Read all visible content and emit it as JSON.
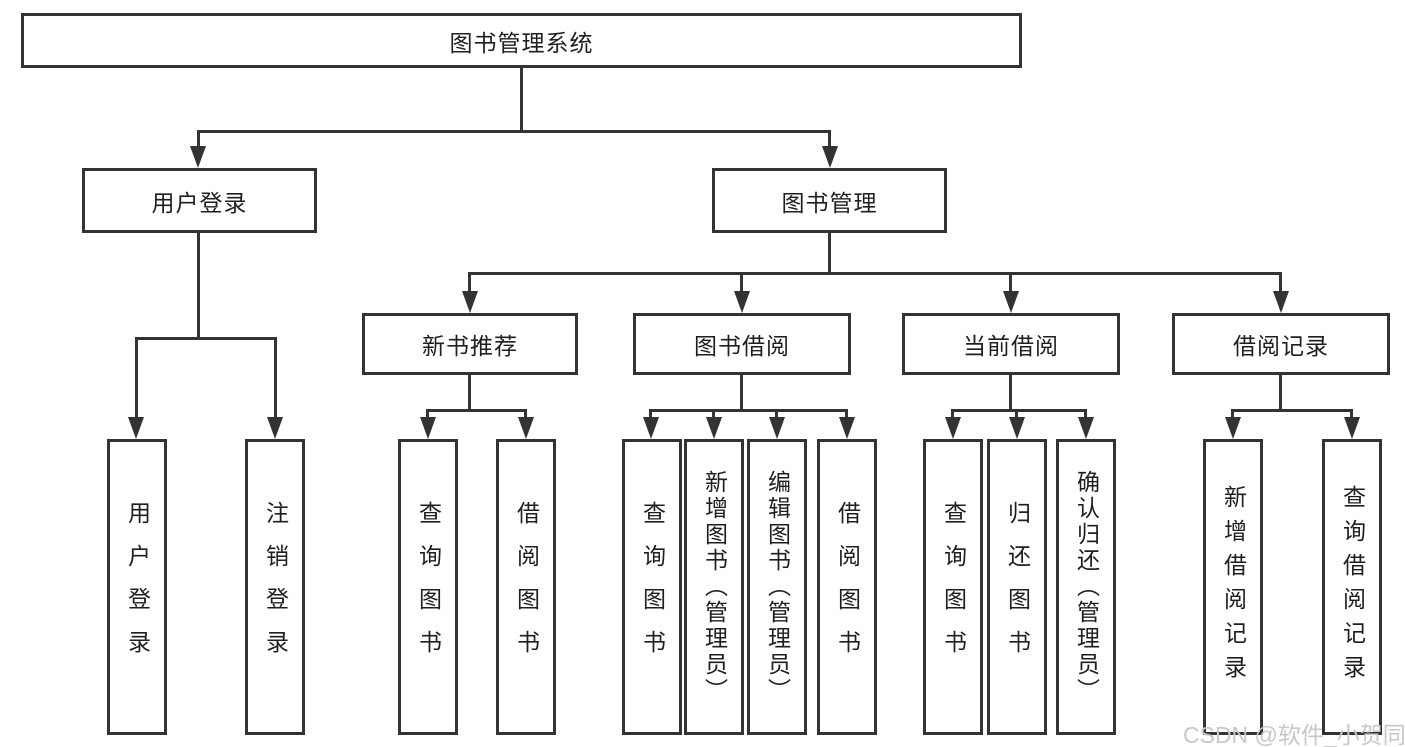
{
  "tree": {
    "root": "图书管理系统",
    "branches": [
      {
        "label": "用户登录",
        "children": [
          {
            "label": "用户登录"
          },
          {
            "label": "注销登录"
          }
        ]
      },
      {
        "label": "图书管理",
        "children": [
          {
            "label": "新书推荐",
            "children": [
              {
                "label": "查询图书"
              },
              {
                "label": "借阅图书"
              }
            ]
          },
          {
            "label": "图书借阅",
            "children": [
              {
                "label": "查询图书"
              },
              {
                "label": "新增图书（管理员）"
              },
              {
                "label": "编辑图书（管理员）"
              },
              {
                "label": "借阅图书"
              }
            ]
          },
          {
            "label": "当前借阅",
            "children": [
              {
                "label": "查询图书"
              },
              {
                "label": "归还图书"
              },
              {
                "label": "确认归还（管理员）"
              }
            ]
          },
          {
            "label": "借阅记录",
            "children": [
              {
                "label": "新增借阅记录"
              },
              {
                "label": "查询借阅记录"
              }
            ]
          }
        ]
      }
    ]
  },
  "watermark": "CSDN @软件_小贺同学",
  "colors": {
    "line": "#333333",
    "text": "#1f1f1f",
    "watermark": "#c8c8c8",
    "background": "#ffffff"
  }
}
